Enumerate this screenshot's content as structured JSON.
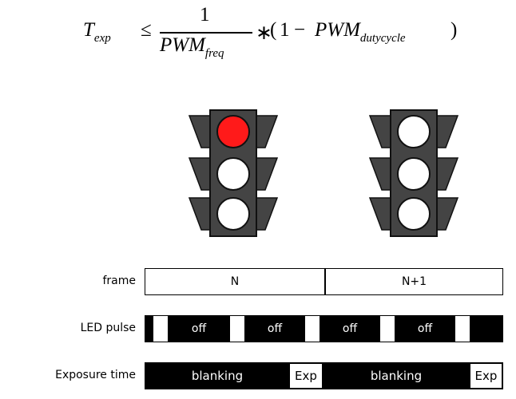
{
  "formula": {
    "lhs": "T",
    "lhs_sub": "exp",
    "relation": "≤",
    "numerator": "1",
    "denominator": "PWM",
    "denominator_sub": "freq",
    "operator": "∗",
    "paren_open": "(",
    "one": "1",
    "minus": "−",
    "term": "PWM",
    "term_sub": "dutycycle",
    "paren_close": ")"
  },
  "traffic_lights": [
    {
      "lamps": [
        "red",
        "white",
        "white"
      ]
    },
    {
      "lamps": [
        "white",
        "white",
        "white"
      ]
    }
  ],
  "colors": {
    "lamp_red": "#ff1a1a",
    "housing": "#444444"
  },
  "rows": {
    "frame": {
      "label": "frame",
      "segments": [
        {
          "text": "N"
        },
        {
          "text": "N+1"
        }
      ]
    },
    "led_pulse": {
      "label": "LED pulse",
      "segments": [
        {
          "text": "",
          "state": "on"
        },
        {
          "text": "off",
          "state": "off"
        },
        {
          "text": "",
          "state": "on"
        },
        {
          "text": "off",
          "state": "off"
        },
        {
          "text": "",
          "state": "on"
        },
        {
          "text": "off",
          "state": "off"
        },
        {
          "text": "",
          "state": "on"
        },
        {
          "text": "off",
          "state": "off"
        },
        {
          "text": "",
          "state": "on"
        },
        {
          "text": "",
          "state": "off"
        }
      ]
    },
    "exposure": {
      "label": "Exposure time",
      "segments": [
        {
          "text": "blanking",
          "state": "blank"
        },
        {
          "text": "Exp",
          "state": "exp"
        },
        {
          "text": "blanking",
          "state": "blank"
        },
        {
          "text": "Exp",
          "state": "exp"
        }
      ]
    }
  }
}
